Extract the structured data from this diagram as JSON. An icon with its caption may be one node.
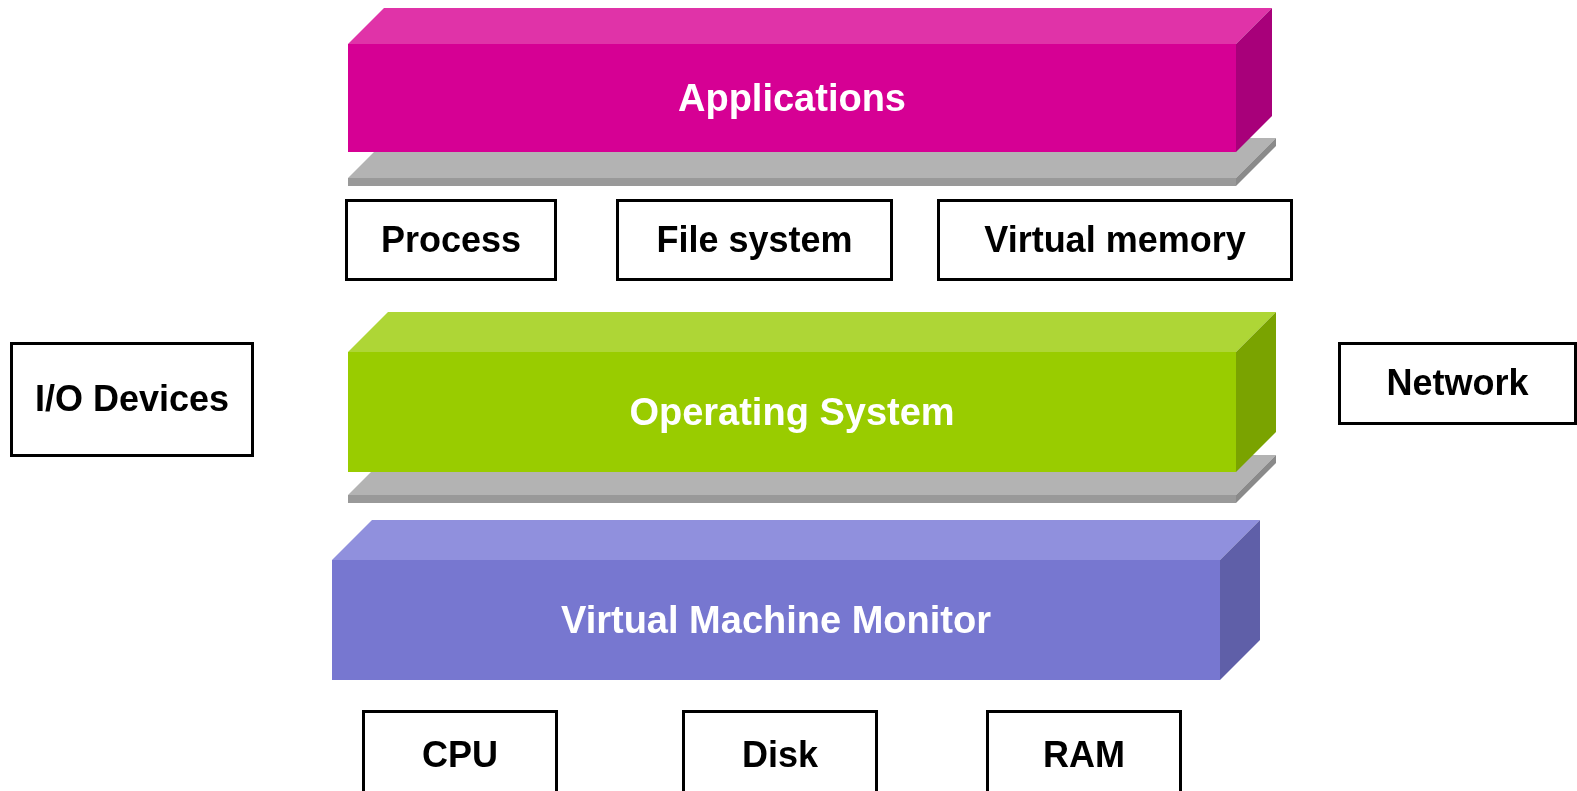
{
  "diagram": {
    "nodes": [
      {
        "text": [
          "Applications"
        ]
      },
      {
        "text": [
          "Process"
        ]
      },
      {
        "text": [
          "File system"
        ]
      },
      {
        "text": [
          "Virtual memory"
        ]
      },
      {
        "text": [
          "I/O Devices"
        ]
      },
      {
        "text": [
          "Operating System"
        ]
      },
      {
        "text": [
          "Network"
        ]
      },
      {
        "text": [
          "Virtual Machine Monitor"
        ]
      },
      {
        "text": [
          "CPU"
        ]
      },
      {
        "text": [
          "Disk"
        ]
      },
      {
        "text": [
          "RAM"
        ]
      }
    ]
  }
}
